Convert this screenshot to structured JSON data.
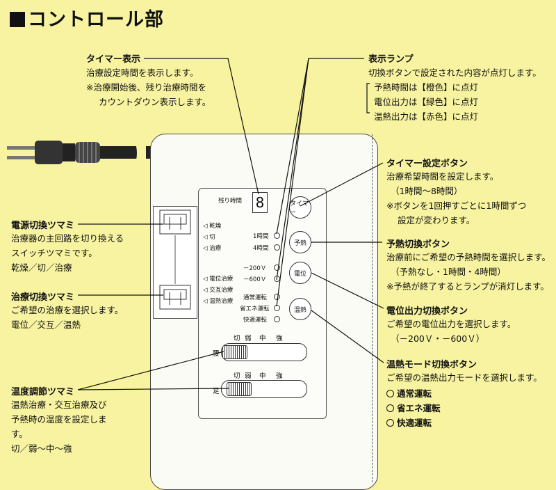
{
  "page_title": "コントロール部",
  "left": {
    "timer_display": {
      "heading": "タイマー表示",
      "lines": [
        "治療設定時間を表示します。",
        "※治療開始後、残り治療時間を",
        "カウントダウン表示します。"
      ]
    },
    "power_switch": {
      "heading": "電源切換ツマミ",
      "lines": [
        "治療器の主回路を切り換える",
        "スイッチツマミです。",
        "乾燥／切／治療"
      ]
    },
    "treatment_switch": {
      "heading": "治療切換ツマミ",
      "lines": [
        "ご希望の治療を選択します。",
        "電位／交互／温熱"
      ]
    },
    "temp_knob": {
      "heading": "温度調節ツマミ",
      "lines": [
        "温熱治療・交互治療及び",
        "予熱時の温度を設定しま",
        "す。",
        "切／弱～中～強"
      ]
    }
  },
  "right": {
    "lamp": {
      "heading": "表示ランプ",
      "lines": [
        "切換ボタンで設定された内容が点灯します。",
        "予熱時間は【橙色】に点灯",
        "電位出力は【緑色】に点灯",
        "温熱出力は【赤色】に点灯"
      ]
    },
    "timer_button": {
      "heading": "タイマー設定ボタン",
      "lines": [
        "治療希望時間を設定します。",
        "（1時間～8時間）",
        "※ボタンを1回押すごとに1時間ずつ",
        "設定が変わります。"
      ]
    },
    "preheat_button": {
      "heading": "予熱切換ボタン",
      "lines": [
        "治療前にご希望の予熱時間を選択します。",
        "（予熱なし・1時間・4時間）",
        "※予熱が終了するとランプが消灯します。"
      ]
    },
    "voltage_button": {
      "heading": "電位出力切換ボタン",
      "lines": [
        "ご希望の電位出力を選択します。",
        "（－200Ｖ・－600Ｖ）"
      ]
    },
    "thermal_button": {
      "heading": "温熱モード切換ボタン",
      "lines": [
        "ご希望の温熱出力モードを選択します。"
      ],
      "modes": [
        "通常運転",
        "省エネ運転",
        "快適運転"
      ]
    }
  },
  "panel": {
    "remaining_time": "残り時間",
    "digit": "8",
    "switch1": [
      "◁ 乾燥",
      "◁ 切",
      "◁ 治療"
    ],
    "switch2": [
      "◁ 電位治療",
      "◁ 交互治療",
      "◁ 温熱治療"
    ],
    "leds": [
      "1時間",
      "4時間",
      "－200Ｖ",
      "－600Ｖ",
      "通常運転",
      "省エネ運転",
      "快適運転"
    ],
    "buttons": {
      "timer": "タイマー",
      "preheat": "予熱",
      "voltage": "電位",
      "thermal": "温熱"
    },
    "scale": [
      "切",
      "弱",
      "中",
      "強"
    ],
    "waist": "腰",
    "foot": "足"
  }
}
